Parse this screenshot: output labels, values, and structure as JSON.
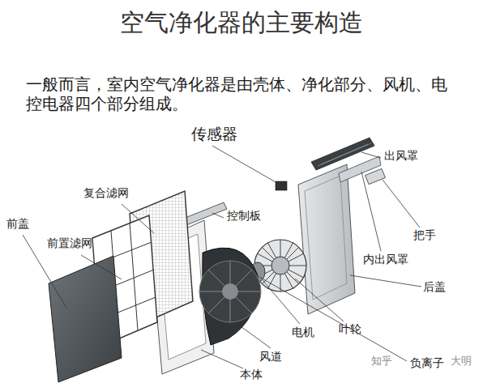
{
  "diagram": {
    "title": "空气净化器的主要构造",
    "labels": [
      "一般而言，室内空气净化器是由壳体、净化部分、风机、电控电器四个部分组成。",
      "传感器",
      "出风罩",
      "复合滤网",
      "控制板",
      "前盖",
      "前置滤网",
      "把手",
      "内出风罩",
      "后盖",
      "叶轮",
      "电机",
      "风道",
      "本体",
      "负离子",
      "知乎",
      "大明"
    ]
  }
}
